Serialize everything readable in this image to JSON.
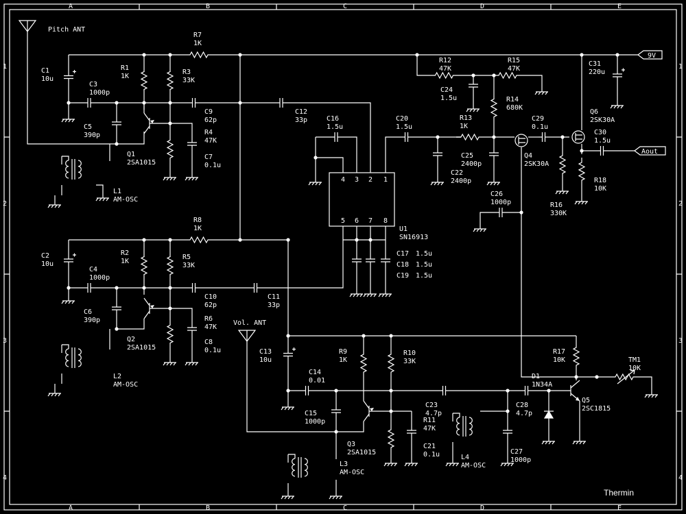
{
  "title": "Thermin",
  "border": {
    "columns": [
      "A",
      "B",
      "C",
      "D",
      "E"
    ],
    "rows": [
      "1",
      "2",
      "3",
      "4"
    ]
  },
  "antennas": {
    "pitch": "Pitch ANT",
    "volume": "Vol. ANT"
  },
  "ports": {
    "supply": "9V",
    "output": "Aout"
  },
  "components": {
    "C1": [
      "C1",
      "10u"
    ],
    "C2": [
      "C2",
      "10u"
    ],
    "C3": [
      "C3",
      "1000p"
    ],
    "C4": [
      "C4",
      "1000p"
    ],
    "C5": [
      "C5",
      "390p"
    ],
    "C6": [
      "C6",
      "390p"
    ],
    "C7": [
      "C7",
      "0.1u"
    ],
    "C8": [
      "C8",
      "0.1u"
    ],
    "C9": [
      "C9",
      "62p"
    ],
    "C10": [
      "C10",
      "62p"
    ],
    "C11": [
      "C11",
      "33p"
    ],
    "C12": [
      "C12",
      "33p"
    ],
    "C13": [
      "C13",
      "10u"
    ],
    "C14": [
      "C14",
      "0.01"
    ],
    "C15": [
      "C15",
      "1000p"
    ],
    "C16": [
      "C16",
      "1.5u"
    ],
    "C17": [
      "C17",
      "1.5u"
    ],
    "C18": [
      "C18",
      "1.5u"
    ],
    "C19": [
      "C19",
      "1.5u"
    ],
    "C20": [
      "C20",
      "1.5u"
    ],
    "C21": [
      "C21",
      "0.1u"
    ],
    "C22": [
      "C22",
      "2400p"
    ],
    "C23": [
      "C23",
      "4.7p"
    ],
    "C24": [
      "C24",
      "1.5u"
    ],
    "C25": [
      "C25",
      "2400p"
    ],
    "C26": [
      "C26",
      "1000p"
    ],
    "C27": [
      "C27",
      "1000p"
    ],
    "C28": [
      "C28",
      "4.7p"
    ],
    "C29": [
      "C29",
      "0.1u"
    ],
    "C30": [
      "C30",
      "1.5u"
    ],
    "C31": [
      "C31",
      "220u"
    ],
    "R1": [
      "R1",
      "1K"
    ],
    "R2": [
      "R2",
      "1K"
    ],
    "R3": [
      "R3",
      "33K"
    ],
    "R4": [
      "R4",
      "47K"
    ],
    "R5": [
      "R5",
      "33K"
    ],
    "R6": [
      "R6",
      "47K"
    ],
    "R7": [
      "R7",
      "1K"
    ],
    "R8": [
      "R8",
      "1K"
    ],
    "R9": [
      "R9",
      "1K"
    ],
    "R10": [
      "R10",
      "33K"
    ],
    "R11": [
      "R11",
      "47K"
    ],
    "R12": [
      "R12",
      "47K"
    ],
    "R13": [
      "R13",
      "1K"
    ],
    "R14": [
      "R14",
      "680K"
    ],
    "R15": [
      "R15",
      "47K"
    ],
    "R16": [
      "R16",
      "330K"
    ],
    "R17": [
      "R17",
      "10K"
    ],
    "R18": [
      "R18",
      "10K"
    ],
    "Q1": [
      "Q1",
      "2SA1015"
    ],
    "Q2": [
      "Q2",
      "2SA1015"
    ],
    "Q3": [
      "Q3",
      "2SA1015"
    ],
    "Q4": [
      "Q4",
      "2SK30A"
    ],
    "Q5": [
      "Q5",
      "2SC1815"
    ],
    "Q6": [
      "Q6",
      "2SK30A"
    ],
    "L1": [
      "L1",
      "AM-OSC"
    ],
    "L2": [
      "L2",
      "AM-OSC"
    ],
    "L3": [
      "L3",
      "AM-OSC"
    ],
    "L4": [
      "L4",
      "AM-OSC"
    ],
    "D1": [
      "D1",
      "1N34A"
    ],
    "TM1": [
      "TM1",
      "10K"
    ],
    "U1": [
      "U1",
      "SN16913"
    ]
  },
  "u1_pins": [
    "4",
    "3",
    "2",
    "1",
    "5",
    "6",
    "7",
    "8"
  ]
}
